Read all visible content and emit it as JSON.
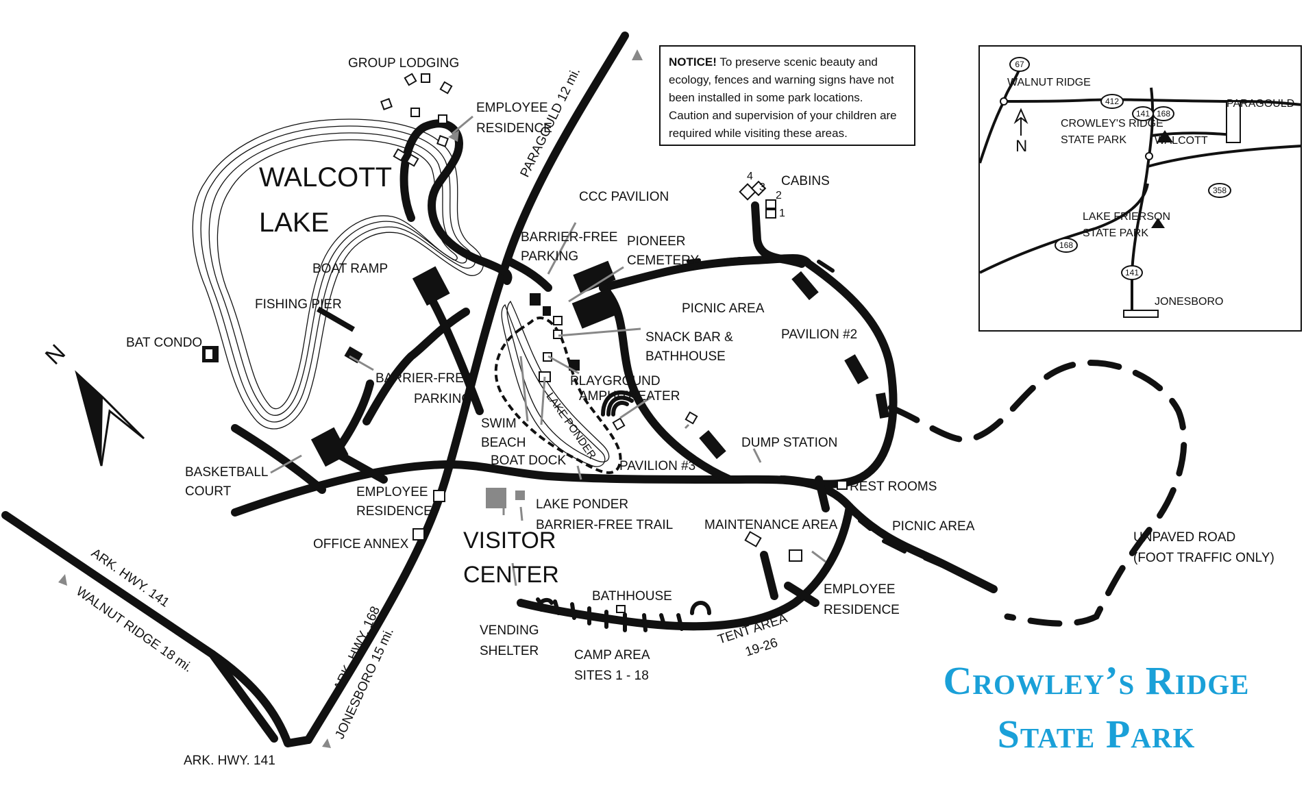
{
  "title": {
    "line1": "Crowley’s Ridge",
    "line2": "State Park",
    "color": "#1aa0d8"
  },
  "notice": {
    "heading": "NOTICE!",
    "text": "To preserve scenic beauty and ecology, fences and warning signs have not been installed in some park locations. Caution and supervision of your children are required while visiting these areas."
  },
  "lake_labels": {
    "walcott_1": "WALCOTT",
    "walcott_2": "LAKE",
    "ponder": "LAKE PONDER"
  },
  "labels": {
    "group_lodging": "GROUP LODGING",
    "employee_residence_1a": "EMPLOYEE",
    "employee_residence_1b": "RESIDENCE",
    "paragould": "PARAGOULD 12 mi.",
    "ccc_pavilion": "CCC PAVILION",
    "barrier_free_parking_1a": "BARRIER-FREE",
    "barrier_free_parking_1b": "PARKING",
    "pioneer_cemetery_a": "PIONEER",
    "pioneer_cemetery_b": "CEMETERY",
    "cabins": "CABINS",
    "cabin_4": "4",
    "cabin_3": "3",
    "cabin_2": "2",
    "cabin_1": "1",
    "boat_ramp": "BOAT RAMP",
    "fishing_pier": "FISHING PIER",
    "picnic_area_1": "PICNIC AREA",
    "pavilion_2": "PAVILION #2",
    "snack_bar_a": "SNACK BAR &",
    "snack_bar_b": "BATHHOUSE",
    "bat_condo": "BAT CONDO",
    "barrier_free_parking_2a": "BARRIER-FREE",
    "barrier_free_parking_2b": "PARKING",
    "playground": "PLAYGROUND",
    "amphitheater": "AMPHITHEATER",
    "swim_beach_a": "SWIM",
    "swim_beach_b": "BEACH",
    "boat_dock": "BOAT DOCK",
    "dump_station": "DUMP STATION",
    "pavilion_3": "PAVILION #3",
    "basketball_a": "BASKETBALL",
    "basketball_b": "COURT",
    "employee_residence_2a": "EMPLOYEE",
    "employee_residence_2b": "RESIDENCE",
    "rest_rooms": "REST ROOMS",
    "lake_ponder_trail_a": "LAKE PONDER",
    "lake_ponder_trail_b": "BARRIER-FREE TRAIL",
    "picnic_area_2": "PICNIC AREA",
    "maintenance": "MAINTENANCE AREA",
    "office_annex": "OFFICE ANNEX",
    "visitor_a": "VISITOR",
    "visitor_b": "CENTER",
    "unpaved_a": "UNPAVED ROAD",
    "unpaved_b": "(FOOT TRAFFIC ONLY)",
    "employee_residence_3a": "EMPLOYEE",
    "employee_residence_3b": "RESIDENCE",
    "bathhouse": "BATHHOUSE",
    "vending_a": "VENDING",
    "vending_b": "SHELTER",
    "camp_a": "CAMP AREA",
    "camp_b": "SITES 1 - 18",
    "tent_a": "TENT AREA",
    "tent_b": "19-26",
    "ark141_a": "ARK. HWY. 141",
    "walnut_ridge": "WALNUT RIDGE 18 mi.",
    "ark168": "ARK. HWY. 168",
    "jonesboro": "JONESBORO 15 mi.",
    "ark141_b": "ARK. HWY. 141",
    "north": "N"
  },
  "inset": {
    "walnut_ridge": "WALNUT RIDGE",
    "crowleys_a": "CROWLEY'S RIDGE",
    "crowleys_b": "STATE PARK",
    "walcott": "WALCOTT",
    "paragould": "PARAGOULD",
    "lake_frierson_a": "LAKE FRIERSON",
    "lake_frierson_b": "STATE PARK",
    "jonesboro": "JONESBORO",
    "north": "N",
    "shield_67": "67",
    "shield_412": "412",
    "shield_141a": "141",
    "shield_168a": "168",
    "shield_358": "358",
    "shield_168b": "168",
    "shield_141b": "141"
  }
}
